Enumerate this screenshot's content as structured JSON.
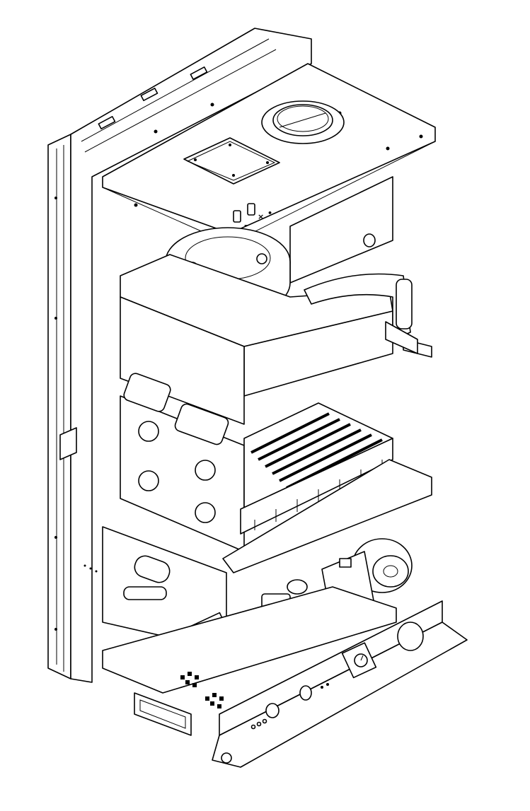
{
  "figure": {
    "subject": "Wall-hung gas boiler internal assembly, isometric line drawing",
    "background": "#ffffff",
    "line_color": "#000000"
  },
  "test_point_symbols": {
    "minus": "–",
    "cross": "×",
    "dot": "•"
  },
  "components": [
    {
      "id": "top-plate",
      "name": "Top plate with flue outlet"
    },
    {
      "id": "flue-outlet",
      "name": "Flue outlet ring"
    },
    {
      "id": "access-cover",
      "name": "Square access cover plate"
    },
    {
      "id": "test-nipples",
      "name": "Pressure test nipples"
    },
    {
      "id": "fan",
      "name": "Combustion fan"
    },
    {
      "id": "hood",
      "name": "Flue hood"
    },
    {
      "id": "heat-exchanger",
      "name": "Heat exchanger"
    },
    {
      "id": "combustion-chamber",
      "name": "Combustion chamber panel with inspection holes"
    },
    {
      "id": "burner",
      "name": "Burner bars"
    },
    {
      "id": "pump",
      "name": "Circulation pump"
    },
    {
      "id": "gas-valve",
      "name": "Gas valve"
    },
    {
      "id": "control-panel",
      "name": "Front control panel (tilted)"
    },
    {
      "id": "frame",
      "name": "Back frame / chassis"
    }
  ]
}
